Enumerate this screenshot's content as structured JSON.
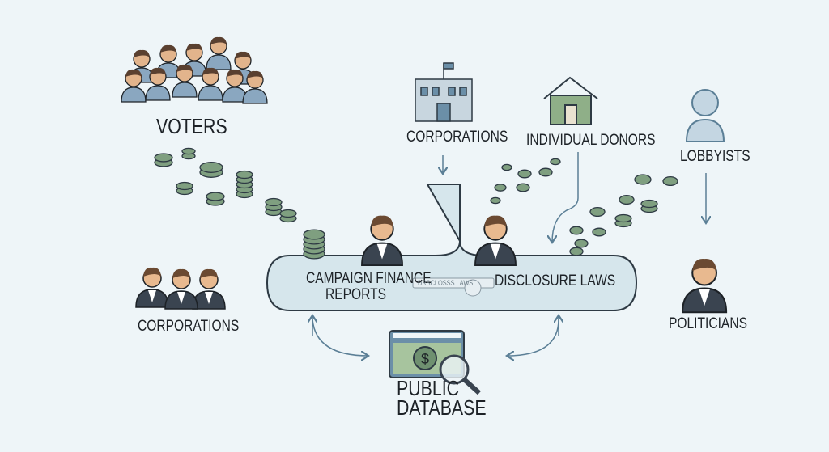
{
  "labels": {
    "voters": "VOTERS",
    "corporations_top": "CORPORATIONS",
    "individual_donors": "INDIVIDUAL DONORS",
    "lobbyists": "LOBBYISTS",
    "corporations_left": "CORPORATIONS",
    "politicians": "POLITICIANS",
    "campaign_finance_line1": "CAMPAIGN FINANCE",
    "campaign_finance_line2": "REPORTS",
    "disclosure_laws": "DISCLOSURE LAWS",
    "disclosure_tag": "DRSCLOSSS LAWS",
    "public_database_line1": "PUBLIC",
    "public_database_line2": "DATABASE"
  },
  "colors": {
    "background": "#eef5f8",
    "money_green": "#7f9f80",
    "suit": "#3a4450",
    "arrow": "#5b7f96",
    "tube": "#d6e6ec"
  }
}
